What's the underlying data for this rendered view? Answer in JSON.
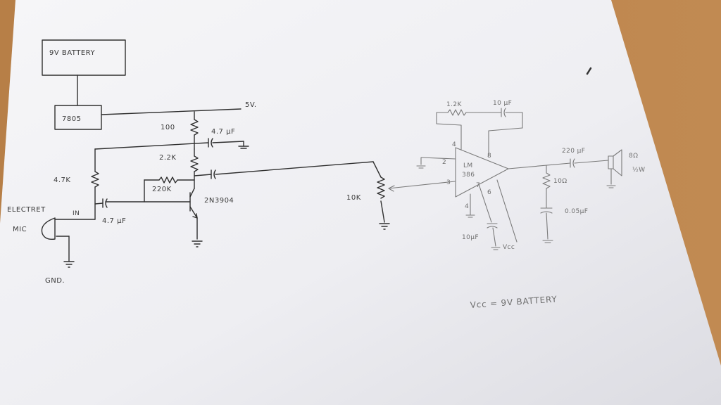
{
  "labels": {
    "battery": "9V BATTERY",
    "regulator": "7805",
    "rail_5v": "5V.",
    "r100": "100",
    "c_4_7uf_top": "4.7 μF",
    "r_2_2k": "2.2K",
    "r_4_7k": "4.7K",
    "r_220k": "220K",
    "transistor": "2N3904",
    "electret": "ELECTRET",
    "mic": "MIC",
    "in": "IN",
    "c_4_7uf_in": "4.7 μF",
    "gnd": "GND.",
    "pot_10k": "10K",
    "fb_r": "1.2K",
    "fb_c": "10 μF",
    "amp_line1": "LM",
    "amp_line2": "386",
    "pin_2": "2",
    "pin_3": "3",
    "pin_4_top": "4",
    "pin_8": "8",
    "pin_7": "7",
    "pin_6": "6",
    "pin_4_bottom": "4",
    "c_out": "220 μF",
    "speaker": "8Ω",
    "speaker_w": "½W",
    "r_zobel": "10Ω",
    "c_zobel": "0.05μF",
    "c_bypass": "10μF",
    "vcc": "Vcc",
    "note": "Vcc = 9V BATTERY"
  },
  "colors": {
    "desk": "#b8834c",
    "paper": "#f3f3f6",
    "ink": "#2f2f2f",
    "pencil": "#7a7a7a"
  }
}
